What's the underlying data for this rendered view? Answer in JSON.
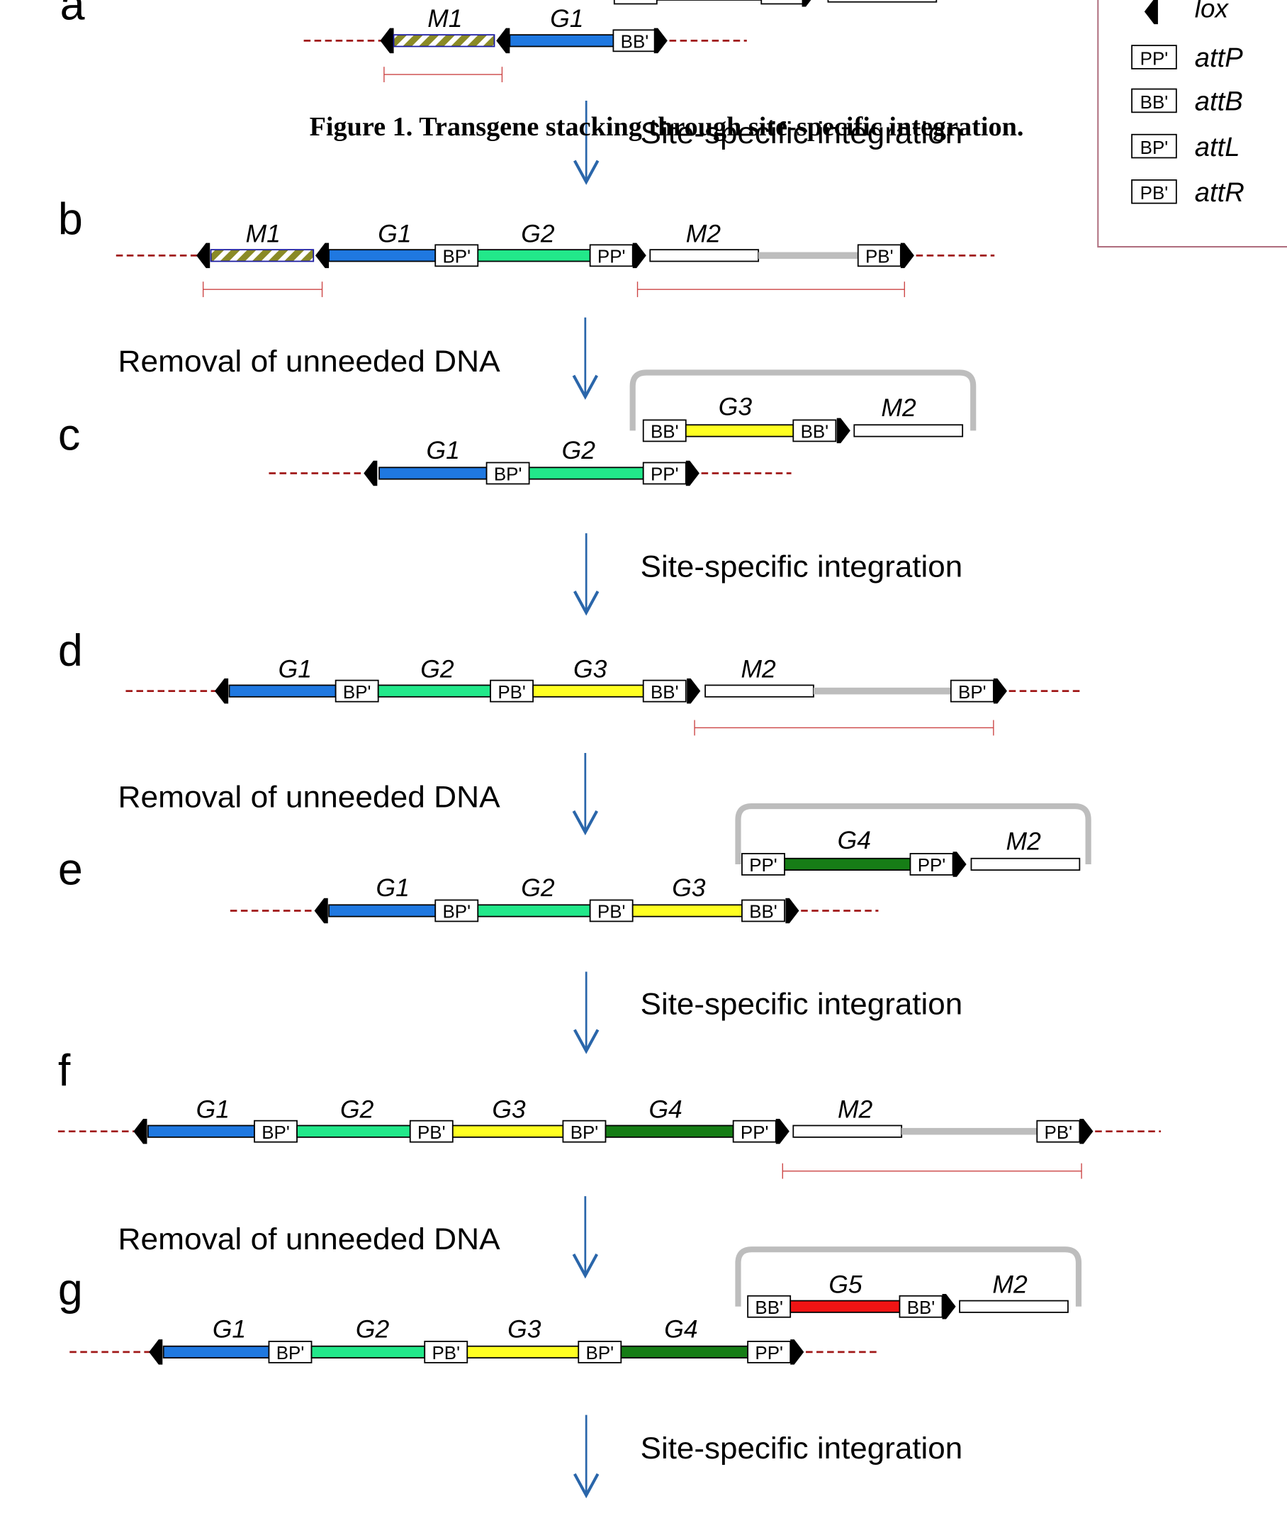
{
  "caption": "Figure 1.  Transgene stacking through site-specific integration.",
  "steps": {
    "integration": "Site-specific integration",
    "removal": "Removal of unneeded DNA"
  },
  "panels": {
    "a": "a",
    "b": "b",
    "c": "c",
    "d": "d",
    "e": "e",
    "f": "f",
    "g": "g"
  },
  "genes": {
    "M1": "M1",
    "M2": "M2",
    "G1": "G1",
    "G2": "G2",
    "G3": "G3",
    "G4": "G4",
    "G5": "G5"
  },
  "sites": {
    "PP": "PP'",
    "BB": "BB'",
    "BP": "BP'",
    "PB": "PB'"
  },
  "legend": [
    {
      "symbol": "lox-arrow",
      "term": "lox"
    },
    {
      "symbol": "PP'",
      "term": "attP"
    },
    {
      "symbol": "BB'",
      "term": "attB"
    },
    {
      "symbol": "BP'",
      "term": "attL"
    },
    {
      "symbol": "PB'",
      "term": "attR"
    }
  ],
  "colors": {
    "G1": "#1f78e0",
    "G2": "#22e88a",
    "G3": "#ffff22",
    "G4": "#167d16",
    "G5": "#f01414",
    "M1_stripe_a": "#8a8a26",
    "M1_stripe_b": "#ffffff",
    "flank": "#a01818",
    "arrow": "#2a66aa",
    "plasmid": "#bdbdbd",
    "bracket": "#cc4444"
  },
  "icons": {
    "lox": "black-arrowhead-icon",
    "flow": "down-arrow-icon"
  }
}
